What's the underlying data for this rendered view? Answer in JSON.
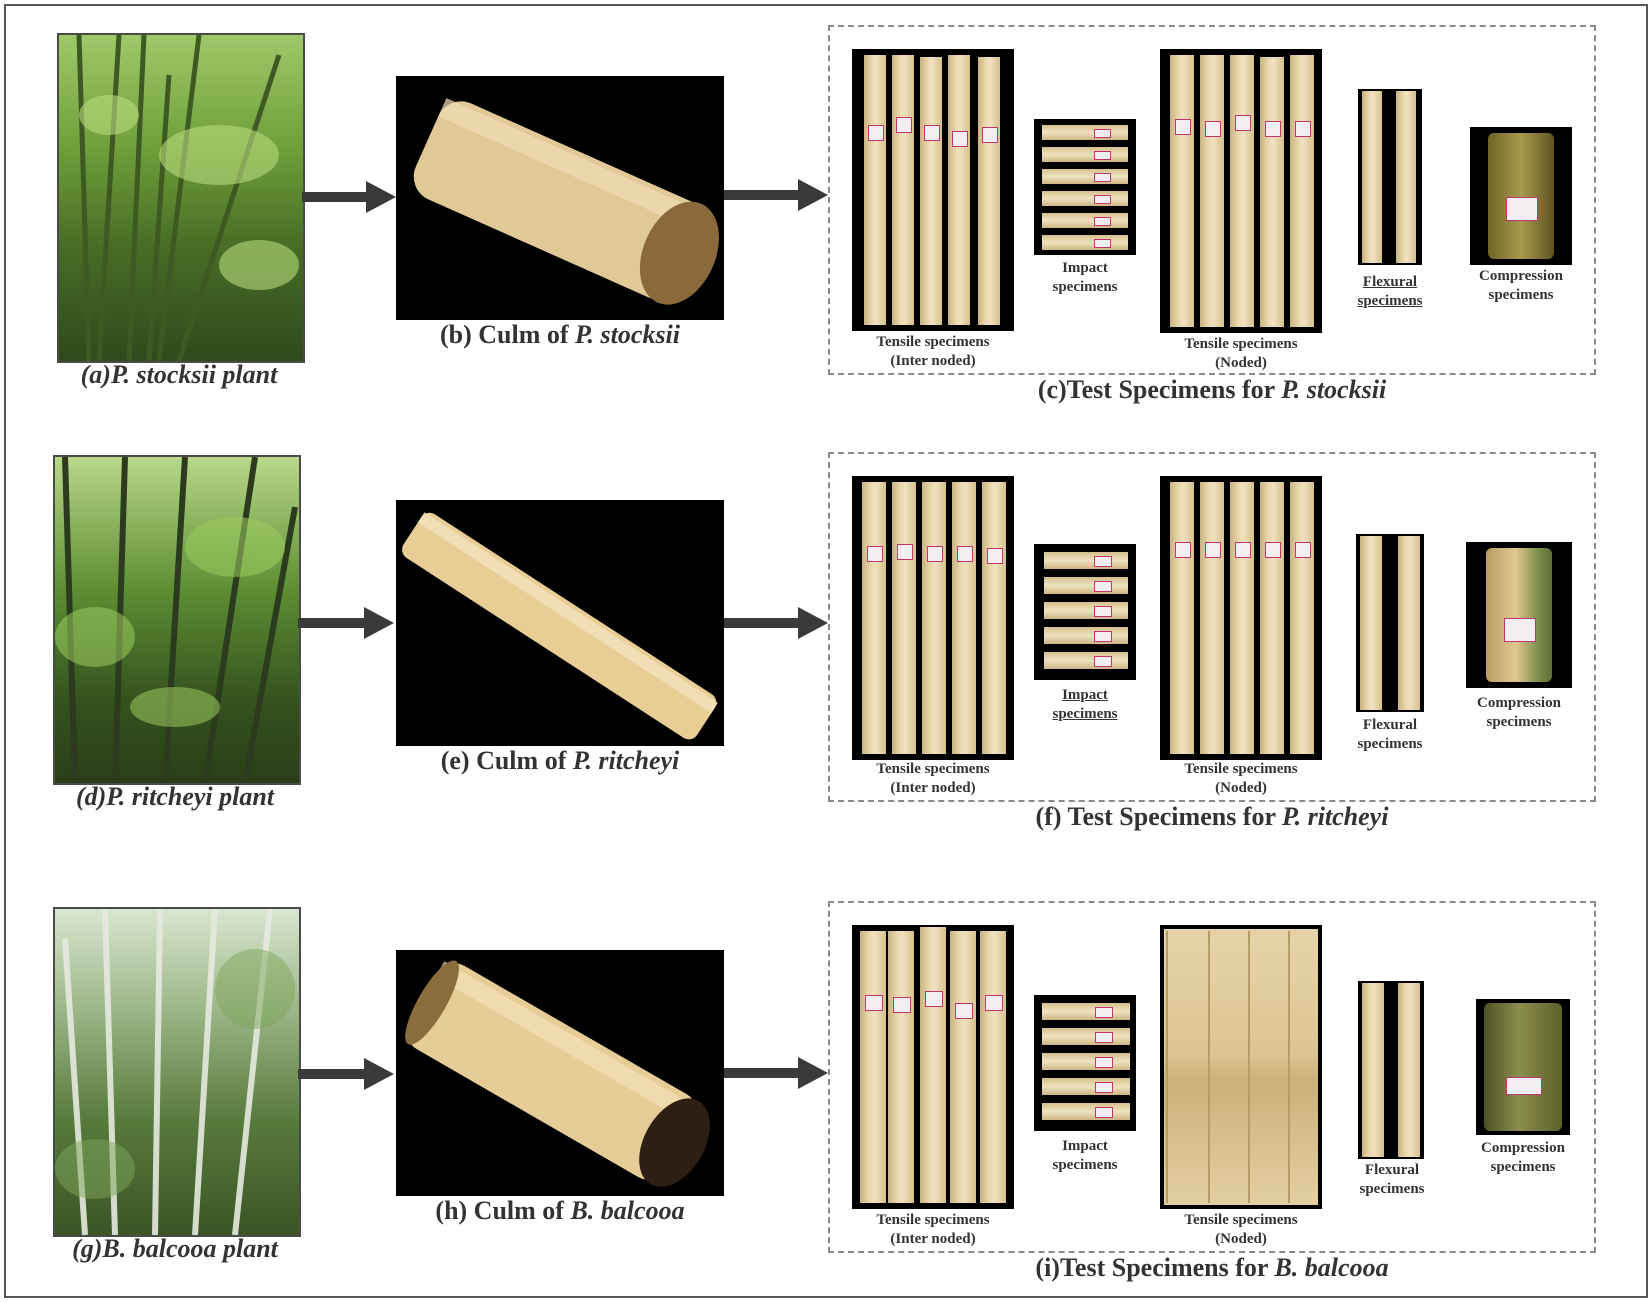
{
  "rows": [
    {
      "plant_caption": "(a)P. stocksii plant",
      "culm_prefix": "(b) Culm of ",
      "culm_species": "P. stocksii",
      "test_prefix": "(c)Test Specimens for ",
      "test_species": "P. stocksii"
    },
    {
      "plant_caption": "(d)P. ritcheyi plant",
      "culm_prefix": "(e) Culm of ",
      "culm_species": "P. ritcheyi",
      "test_prefix": "(f) Test Specimens for ",
      "test_species": "P. ritcheyi"
    },
    {
      "plant_caption": "(g)B. balcooa plant",
      "culm_prefix": "(h) Culm of ",
      "culm_species": "B. balcooa",
      "test_prefix": "(i)Test Specimens for ",
      "test_species": "B. balcooa"
    }
  ],
  "specimen_labels": {
    "tensile_internode_1": "Tensile specimens",
    "tensile_internode_2": "(Inter noded)",
    "tensile_node_1": "Tensile specimens",
    "tensile_node_2": "(Noded)",
    "impact_1": "Impact",
    "impact_2": "specimens",
    "flexural_1": "Flexural",
    "flexural_2": "specimens",
    "compression_1": "Compression",
    "compression_2": "specimens"
  },
  "colors": {
    "arrow": "#3a3a3a",
    "dash_border": "#8a8a8a",
    "caption_text": "#333333",
    "foliage_dark": "#2f4a1c",
    "foliage_light": "#8fbf4a",
    "bamboo_fiber": "#e9d8ad",
    "label_tag_border": "#c0366a"
  }
}
